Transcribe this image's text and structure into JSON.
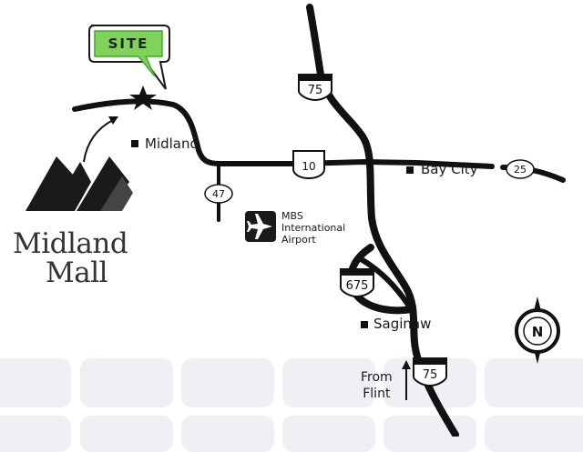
{
  "brand": {
    "line1": "Midland",
    "line2": "Mall"
  },
  "site_marker": {
    "label": "SITE",
    "color": "#5cc23a"
  },
  "places": {
    "midland": "Midland",
    "bay_city": "Bay City",
    "saginaw": "Saginaw",
    "airport_line1": "MBS",
    "airport_line2": "International",
    "airport_line3": "Airport"
  },
  "highways": {
    "i75_north": "75",
    "i75_south": "75",
    "i675": "675",
    "us10": "10",
    "m47": "47",
    "m25": "25"
  },
  "from_flint": {
    "line1": "From",
    "line2": "Flint"
  },
  "compass": {
    "label": "N"
  },
  "icons": [
    "star-icon",
    "plane-icon",
    "compass-icon",
    "arrow-icon",
    "logo-mark"
  ],
  "colors": {
    "road": "#111111",
    "tiles": "#eef0f4",
    "site_green": "#5cc23a"
  }
}
